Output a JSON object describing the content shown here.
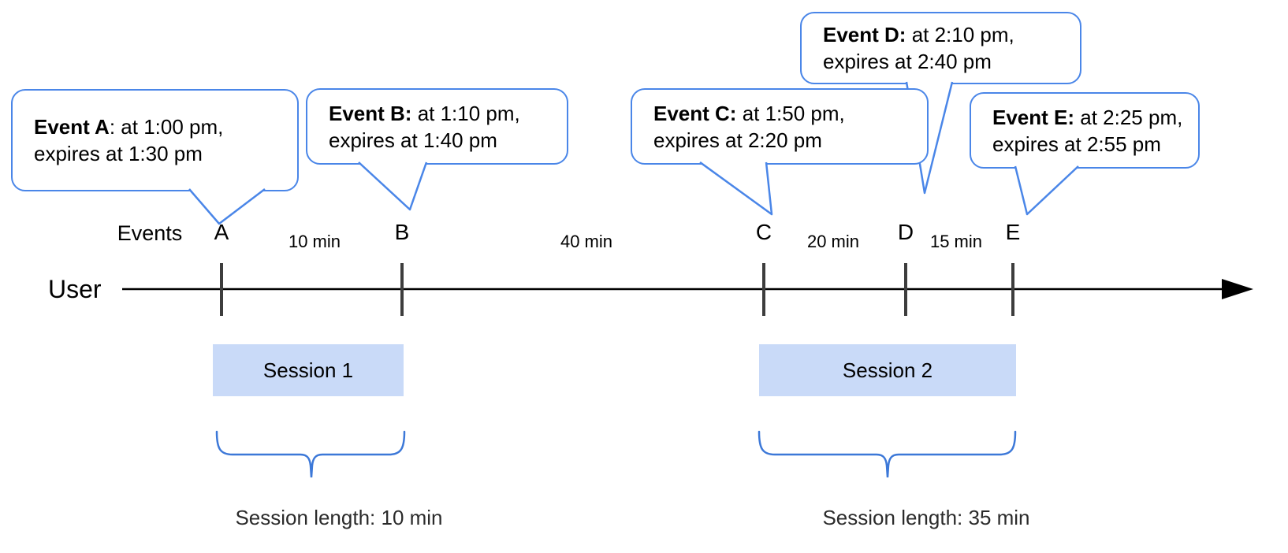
{
  "colors": {
    "bubble_border": "#4a86e8",
    "brace": "#3c78d8",
    "session_fill": "#c9daf8",
    "timeline": "#000000",
    "tick": "#3d3d3d",
    "muted_text": "#2b2b2b"
  },
  "axis": {
    "events_label": "Events",
    "user_label": "User"
  },
  "events": [
    {
      "letter": "A",
      "callout_bold": "Event A",
      "callout_rest": ": at 1:00 pm,",
      "callout_line2": "expires at 1:30 pm"
    },
    {
      "letter": "B",
      "callout_bold": "Event B:",
      "callout_rest": " at 1:10 pm,",
      "callout_line2": "expires at 1:40 pm"
    },
    {
      "letter": "C",
      "callout_bold": "Event C:",
      "callout_rest": " at 1:50 pm,",
      "callout_line2": "expires at 2:20 pm"
    },
    {
      "letter": "D",
      "callout_bold": "Event D:",
      "callout_rest": " at 2:10 pm,",
      "callout_line2": "expires at 2:40 pm"
    },
    {
      "letter": "E",
      "callout_bold": "Event E:",
      "callout_rest": " at 2:25 pm,",
      "callout_line2": "expires at 2:55 pm"
    }
  ],
  "intervals": [
    {
      "label": "10 min"
    },
    {
      "label": "40 min"
    },
    {
      "label": "20 min"
    },
    {
      "label": "15 min"
    }
  ],
  "sessions": [
    {
      "name": "Session 1",
      "length_label": "Session length: 10 min"
    },
    {
      "name": "Session 2",
      "length_label": "Session length: 35 min"
    }
  ]
}
